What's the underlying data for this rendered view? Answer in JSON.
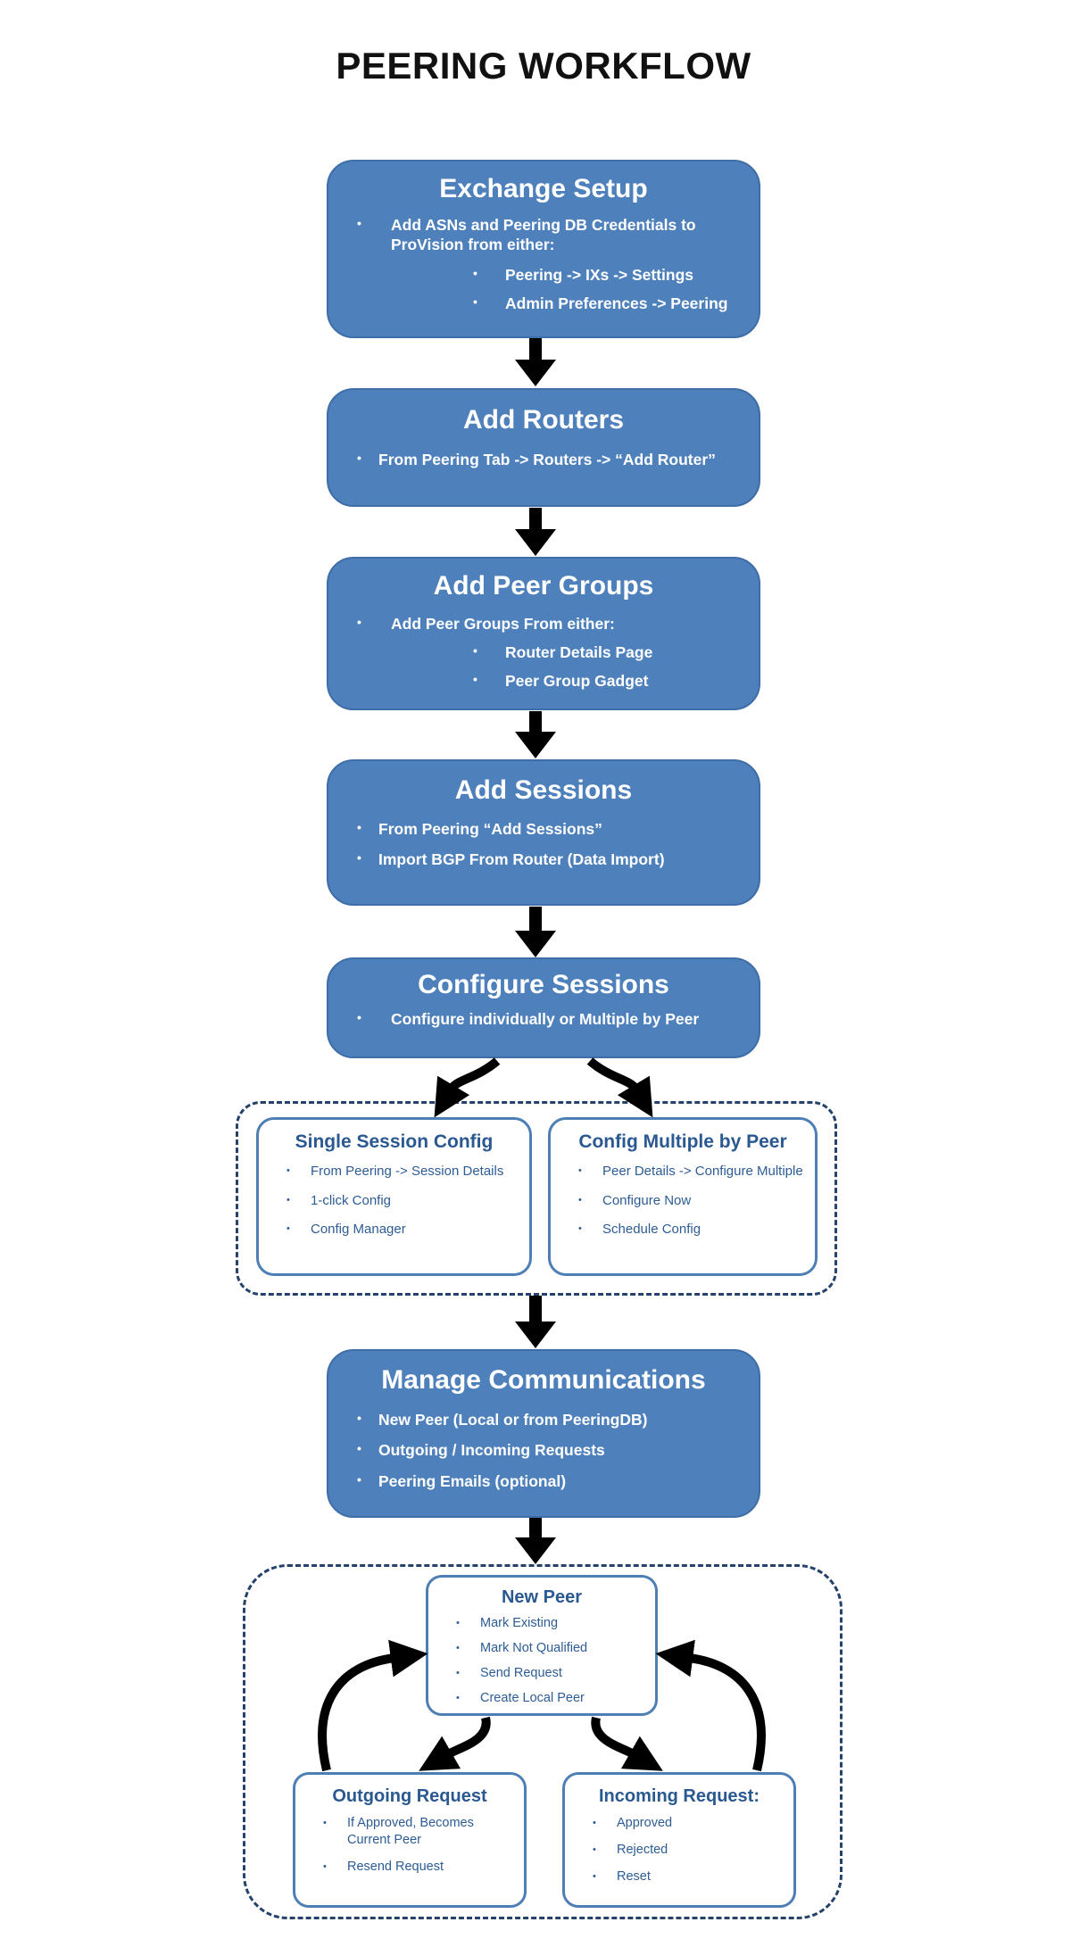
{
  "title": "PEERING WORKFLOW",
  "colors": {
    "box_fill": "#4e80bc",
    "box_border": "#3e6da8",
    "white_box_border": "#4d7fb5",
    "white_box_text": "#2d5c94",
    "dashed_border": "#24426b",
    "arrow": "#000000",
    "title_text": "#111111",
    "box_text": "#ffffff"
  },
  "flow": [
    {
      "title": "Exchange Setup",
      "bullets": [
        {
          "text": "Add ASNs and Peering DB Credentials to ProVision from either:",
          "sub": [
            "Peering -> IXs -> Settings",
            "Admin Preferences -> Peering"
          ]
        }
      ]
    },
    {
      "title": "Add Routers",
      "bullets": [
        {
          "text": "From Peering Tab -> Routers -> “Add Router”"
        }
      ]
    },
    {
      "title": "Add Peer Groups",
      "bullets": [
        {
          "text": "Add Peer Groups From either:",
          "sub": [
            "Router Details Page",
            "Peer Group Gadget"
          ]
        }
      ]
    },
    {
      "title": "Add Sessions",
      "bullets": [
        {
          "text": "From Peering “Add Sessions”"
        },
        {
          "text": "Import BGP From Router (Data Import)"
        }
      ]
    },
    {
      "title": "Configure Sessions",
      "bullets": [
        {
          "text": "Configure individually or Multiple by Peer"
        }
      ]
    },
    {
      "title": "Manage Communications",
      "bullets": [
        {
          "text": "New Peer (Local or from PeeringDB)"
        },
        {
          "text": "Outgoing / Incoming Requests"
        },
        {
          "text": "Peering Emails (optional)"
        }
      ]
    }
  ],
  "config_group": {
    "boxes": [
      {
        "title": "Single Session Config",
        "bullets": [
          "From Peering -> Session Details",
          "1-click Config",
          "Config Manager"
        ]
      },
      {
        "title": "Config Multiple by Peer",
        "bullets": [
          "Peer Details -> Configure Multiple",
          "Configure Now",
          "Schedule Config"
        ]
      }
    ]
  },
  "comm_group": {
    "boxes": [
      {
        "title": "New Peer",
        "bullets": [
          "Mark Existing",
          "Mark Not Qualified",
          "Send Request",
          "Create Local Peer"
        ]
      },
      {
        "title": "Outgoing Request",
        "bullets": [
          "If Approved, Becomes Current Peer",
          "Resend Request"
        ]
      },
      {
        "title": "Incoming Request:",
        "bullets": [
          "Approved",
          "Rejected",
          "Reset"
        ]
      }
    ]
  }
}
